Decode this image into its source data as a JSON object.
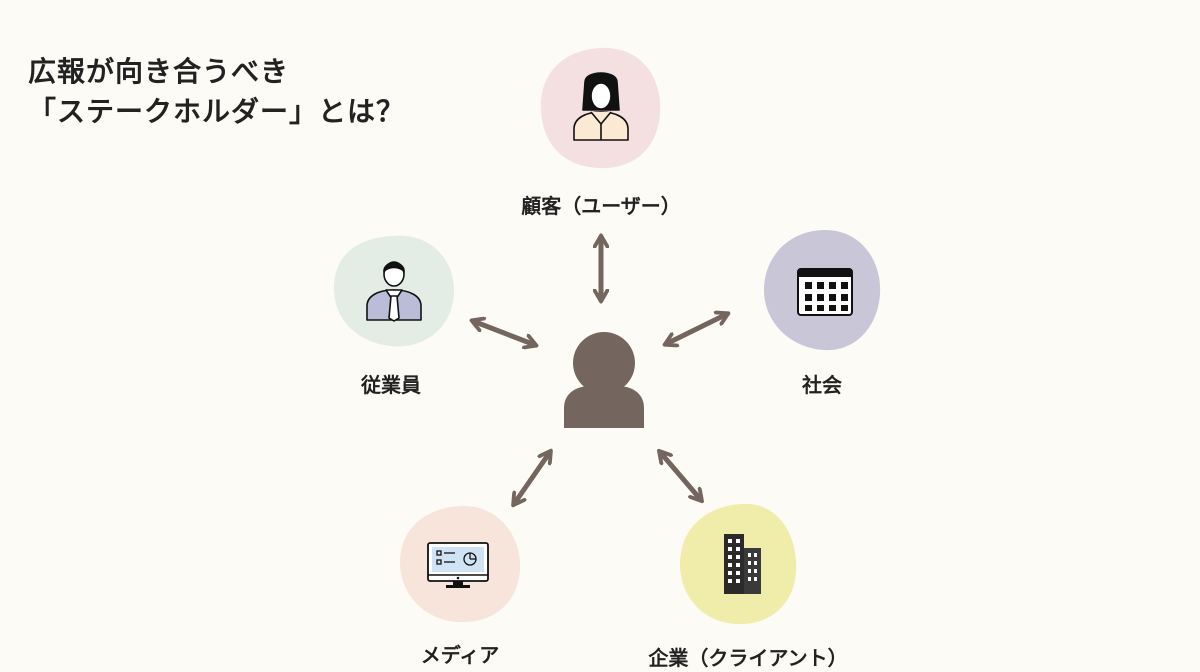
{
  "title": {
    "line1": "広報が向き合うべき",
    "line2": "「ステークホルダー」とは？"
  },
  "colors": {
    "background": "#fcfbf6",
    "arrow": "#74665e",
    "center_person": "#74665e",
    "blob_customer": "#f4dfe1",
    "blob_employee": "#e4ece6",
    "blob_society": "#c9c6d8",
    "blob_media": "#f7e5dc",
    "blob_company": "#f0ecaa"
  },
  "stakeholders": {
    "customer": {
      "label": "顧客（ユーザー）",
      "icon": "woman-icon"
    },
    "employee": {
      "label": "従業員",
      "icon": "businessman-icon"
    },
    "society": {
      "label": "社会",
      "icon": "calendar-grid-icon"
    },
    "media": {
      "label": "メディア",
      "icon": "monitor-icon"
    },
    "company": {
      "label": "企業（クライアント）",
      "icon": "building-icon"
    }
  }
}
